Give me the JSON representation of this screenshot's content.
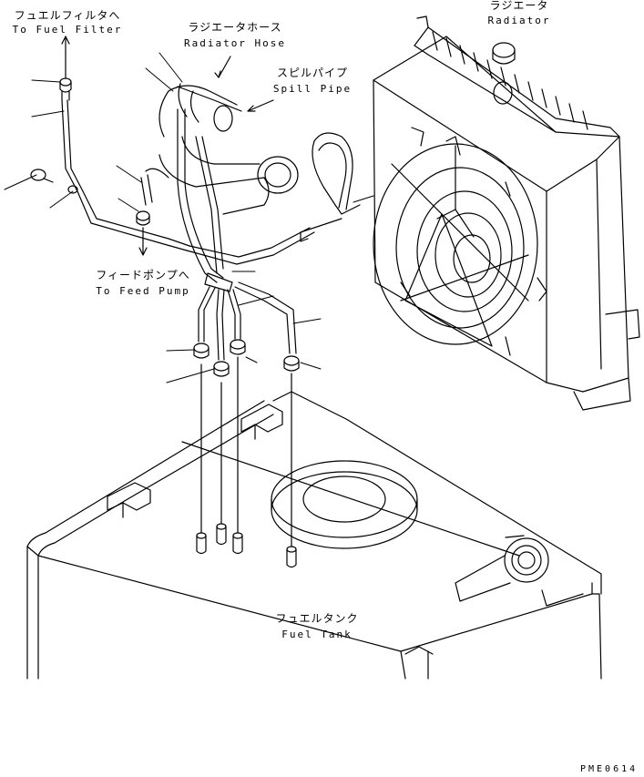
{
  "labels": {
    "fuel_filter_jp": "フュエルフィルタへ",
    "fuel_filter_en": "To Fuel Filter",
    "radiator_hose_jp": "ラジエータホース",
    "radiator_hose_en": "Radiator Hose",
    "spill_pipe_jp": "スピルパイプ",
    "spill_pipe_en": "Spill Pipe",
    "radiator_jp": "ラジエータ",
    "radiator_en": "Radiator",
    "feed_pump_jp": "フィードポンプへ",
    "feed_pump_en": "To Feed Pump",
    "fuel_tank_jp": "フュエルタンク",
    "fuel_tank_en": "Fuel Tank",
    "drawing_code": "PME0614"
  },
  "colors": {
    "ink": "#000000",
    "paper": "#ffffff"
  }
}
